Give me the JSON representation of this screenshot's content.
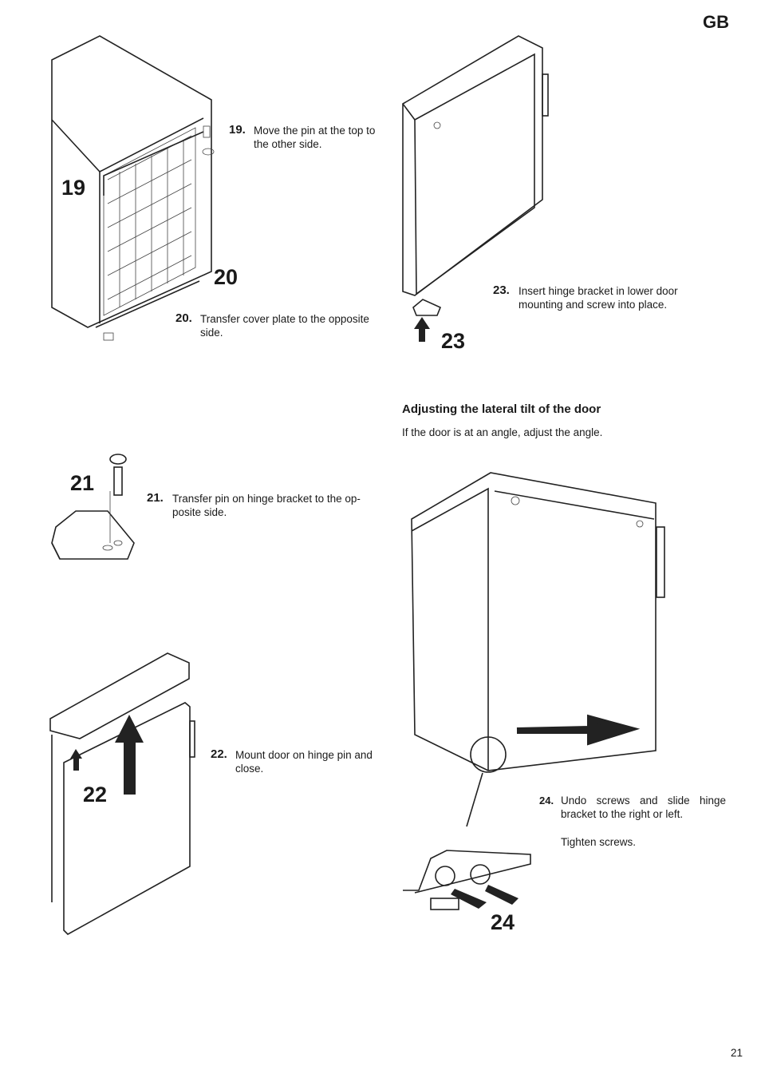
{
  "header": {
    "lang_badge": "GB"
  },
  "steps": [
    {
      "num": "19.",
      "text": "Move the pin at the top to the other side.",
      "label": "19"
    },
    {
      "num": "20.",
      "text": "Transfer cover plate to the opposite side.",
      "label": "20"
    },
    {
      "num": "21.",
      "text": "Transfer pin on hinge bracket to the op-posite side.",
      "label": "21"
    },
    {
      "num": "22.",
      "text": "Mount door on hinge pin and close.",
      "label": "22"
    },
    {
      "num": "23.",
      "text": "Insert hinge bracket in lower door mounting and screw into place.",
      "label": "23"
    },
    {
      "num": "24.",
      "text": "Undo screws and slide hinge bracket to the right or left.",
      "text2": "Tighten screws.",
      "label": "24"
    }
  ],
  "section": {
    "heading": "Adjusting the lateral tilt of the door",
    "intro": "If the door is at an angle, adjust the angle."
  },
  "footer": {
    "page_number": "21"
  }
}
